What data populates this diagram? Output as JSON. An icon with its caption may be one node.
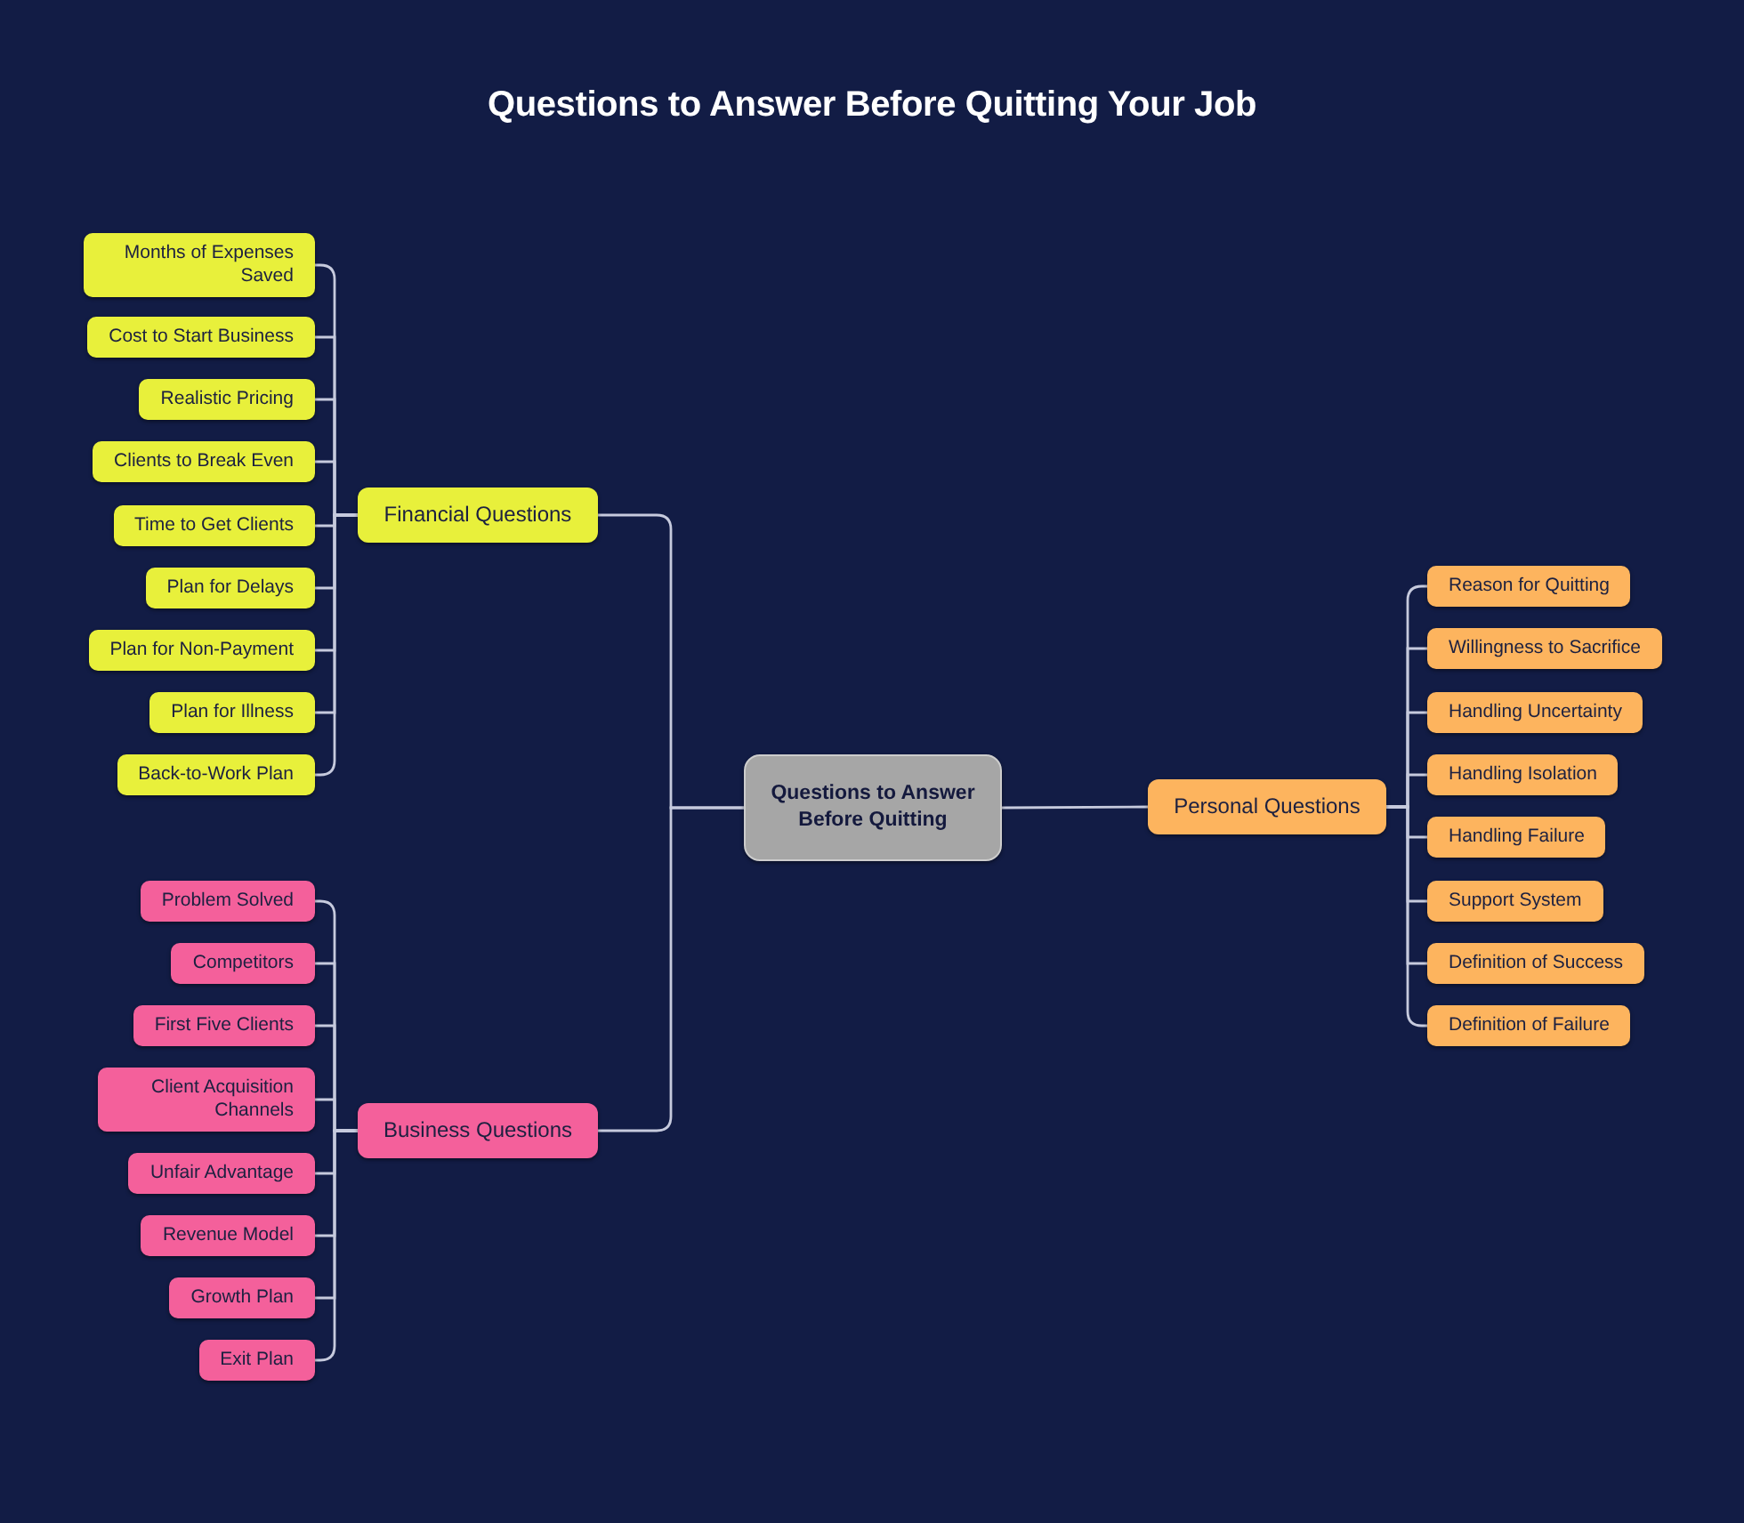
{
  "diagram": {
    "title": "Questions to Answer Before Quitting Your Job",
    "nodes": [
      {
        "text": [
          "Questions to Answer Before Quitting"
        ]
      },
      {
        "text": [
          "Financial Questions"
        ]
      },
      {
        "text": [
          "Months of Expenses Saved"
        ]
      },
      {
        "text": [
          "Cost to Start Business"
        ]
      },
      {
        "text": [
          "Realistic Pricing"
        ]
      },
      {
        "text": [
          "Clients to Break Even"
        ]
      },
      {
        "text": [
          "Time to Get Clients"
        ]
      },
      {
        "text": [
          "Plan for Delays"
        ]
      },
      {
        "text": [
          "Plan for Non-Payment"
        ]
      },
      {
        "text": [
          "Plan for Illness"
        ]
      },
      {
        "text": [
          "Back-to-Work Plan"
        ]
      },
      {
        "text": [
          "Business Questions"
        ]
      },
      {
        "text": [
          "Problem Solved"
        ]
      },
      {
        "text": [
          "Competitors"
        ]
      },
      {
        "text": [
          "First Five Clients"
        ]
      },
      {
        "text": [
          "Client Acquisition Channels"
        ]
      },
      {
        "text": [
          "Unfair Advantage"
        ]
      },
      {
        "text": [
          "Revenue Model"
        ]
      },
      {
        "text": [
          "Growth Plan"
        ]
      },
      {
        "text": [
          "Exit Plan"
        ]
      },
      {
        "text": [
          "Personal Questions"
        ]
      },
      {
        "text": [
          "Reason for Quitting"
        ]
      },
      {
        "text": [
          "Willingness to Sacrifice"
        ]
      },
      {
        "text": [
          "Handling Uncertainty"
        ]
      },
      {
        "text": [
          "Handling Isolation"
        ]
      },
      {
        "text": [
          "Handling Failure"
        ]
      },
      {
        "text": [
          "Support System"
        ]
      },
      {
        "text": [
          "Definition of Success"
        ]
      },
      {
        "text": [
          "Definition of Failure"
        ]
      }
    ],
    "edges": [
      {
        "from": 0,
        "to": 1,
        "arrow": "none"
      },
      {
        "from": 1,
        "to": 2,
        "arrow": "none"
      },
      {
        "from": 1,
        "to": 3,
        "arrow": "none"
      },
      {
        "from": 1,
        "to": 4,
        "arrow": "none"
      },
      {
        "from": 1,
        "to": 5,
        "arrow": "none"
      },
      {
        "from": 1,
        "to": 6,
        "arrow": "none"
      },
      {
        "from": 1,
        "to": 7,
        "arrow": "none"
      },
      {
        "from": 1,
        "to": 8,
        "arrow": "none"
      },
      {
        "from": 1,
        "to": 9,
        "arrow": "none"
      },
      {
        "from": 1,
        "to": 10,
        "arrow": "none"
      },
      {
        "from": 0,
        "to": 11,
        "arrow": "none"
      },
      {
        "from": 11,
        "to": 12,
        "arrow": "none"
      },
      {
        "from": 11,
        "to": 13,
        "arrow": "none"
      },
      {
        "from": 11,
        "to": 14,
        "arrow": "none"
      },
      {
        "from": 11,
        "to": 15,
        "arrow": "none"
      },
      {
        "from": 11,
        "to": 16,
        "arrow": "none"
      },
      {
        "from": 11,
        "to": 17,
        "arrow": "none"
      },
      {
        "from": 11,
        "to": 18,
        "arrow": "none"
      },
      {
        "from": 11,
        "to": 19,
        "arrow": "none"
      },
      {
        "from": 0,
        "to": 20,
        "arrow": "none"
      },
      {
        "from": 20,
        "to": 21,
        "arrow": "none"
      },
      {
        "from": 20,
        "to": 22,
        "arrow": "none"
      },
      {
        "from": 20,
        "to": 23,
        "arrow": "none"
      },
      {
        "from": 20,
        "to": 24,
        "arrow": "none"
      },
      {
        "from": 20,
        "to": 25,
        "arrow": "none"
      },
      {
        "from": 20,
        "to": 26,
        "arrow": "none"
      },
      {
        "from": 20,
        "to": 27,
        "arrow": "none"
      },
      {
        "from": 20,
        "to": 28,
        "arrow": "none"
      }
    ]
  }
}
